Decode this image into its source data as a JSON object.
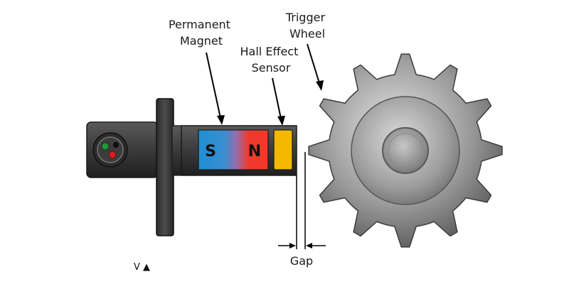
{
  "labels": {
    "permanent_magnet": [
      "Permanent",
      "Magnet"
    ],
    "hall_effect_sensor": [
      "Hall Effect",
      "Sensor"
    ],
    "trigger_wheel": [
      "Trigger",
      "Wheel"
    ],
    "gap": "Gap",
    "magnet_south": "S",
    "magnet_north": "N",
    "corner_note": "V ▲"
  },
  "trigger_wheel": {
    "teeth": 12
  },
  "colors": {
    "sensor_body": "#3a3a3a",
    "magnet_south": "#1e90d6",
    "magnet_north": "#ee3426",
    "hall_sensor": "#f5b800",
    "wire_green": "#1e9a3a",
    "wire_red": "#e01b1b",
    "wire_black": "#111111"
  }
}
